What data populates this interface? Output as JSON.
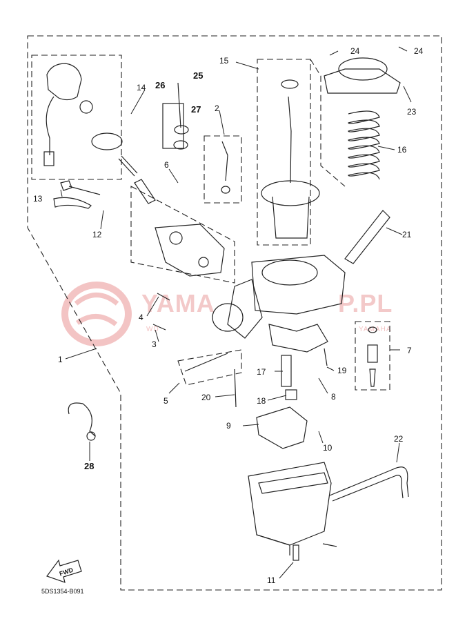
{
  "drawing_code": "5DS1354-B091",
  "fwd_label": "FWD",
  "watermark": {
    "line1": "YAMA",
    "line1b": "P.PL",
    "line2a": "WD",
    "line2b": "YAMAHA"
  },
  "callouts": {
    "n1": "1",
    "n2": "2",
    "n3": "3",
    "n4": "4",
    "n5": "5",
    "n6": "6",
    "n7": "7",
    "n8": "8",
    "n9": "9",
    "n10": "10",
    "n11": "11",
    "n12": "12",
    "n13": "13",
    "n14": "14",
    "n15": "15",
    "n16": "16",
    "n17": "17",
    "n18": "18",
    "n19": "19",
    "n20": "20",
    "n21": "21",
    "n22": "22",
    "n23": "23",
    "n24a": "24",
    "n24b": "24",
    "n25": "25",
    "n26": "26",
    "n27": "27",
    "n28": "28"
  }
}
